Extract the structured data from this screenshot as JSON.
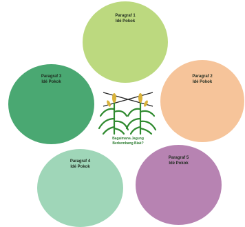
{
  "nodes": [
    {
      "line1": "Paragraf 1",
      "line2": "Idé Pokok",
      "color": "#bcd97f"
    },
    {
      "line1": "Paragraf 2",
      "line2": "Idé Pokok",
      "color": "#f6c49a"
    },
    {
      "line1": "Paragraf 3",
      "line2": "Idé Pokok",
      "color": "#4aa872"
    },
    {
      "line1": "Paragraf 4",
      "line2": "Idé Pokok",
      "color": "#9fd6b8"
    },
    {
      "line1": "Paragraf 5",
      "line2": "Idé Pokok",
      "color": "#b783b2"
    }
  ],
  "center": {
    "icon": "corn-plants-icon",
    "caption_line1": "Bagaimana Jagung",
    "caption_line2": "Berkembang Biak?",
    "caption_color": "#2e7d32"
  }
}
